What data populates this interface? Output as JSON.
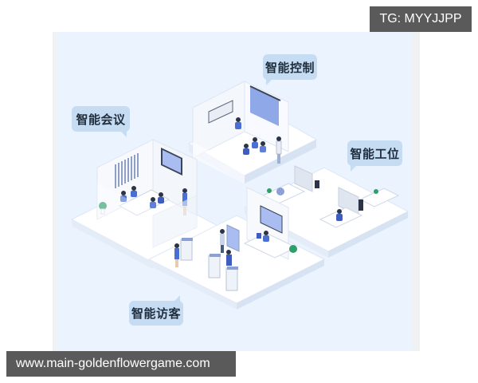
{
  "watermark": {
    "tg_label": "TG: MYYJJPP",
    "url_label": "www.main-goldenflowergame.com"
  },
  "illustration": {
    "title": "smart office isometric illustration",
    "zones": [
      {
        "id": "control",
        "label": "智能控制"
      },
      {
        "id": "meeting",
        "label": "智能会议"
      },
      {
        "id": "workstation",
        "label": "智能工位"
      },
      {
        "id": "visitor",
        "label": "智能访客"
      }
    ]
  },
  "colors": {
    "panel_bg": "#eaf3fe",
    "bubble_bg": "#c6dcf3",
    "bubble_text": "#1f2d3d",
    "badge_bg": "#5a5a5a",
    "accent_blue": "#4a6fd4",
    "screen_blue": "#8fa8e8"
  }
}
